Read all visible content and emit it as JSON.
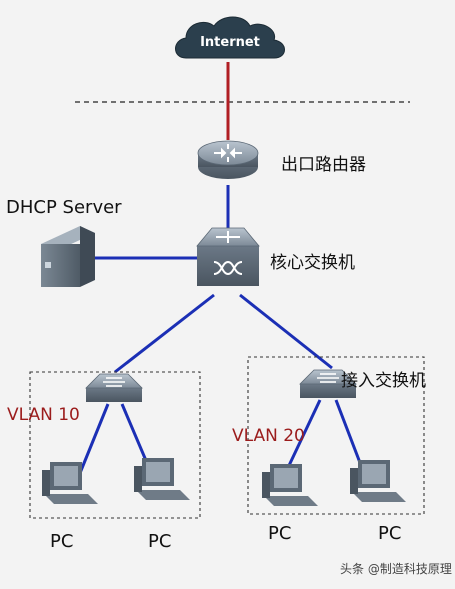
{
  "title": "",
  "nodes": {
    "internet": {
      "label": "Internet"
    },
    "router": {
      "label": "出口路由器"
    },
    "core_switch": {
      "label": "核心交换机"
    },
    "dhcp_server": {
      "label": "DHCP Server"
    },
    "access_switch_right": {
      "label": "接入交换机"
    }
  },
  "vlans": [
    {
      "label": "VLAN 10",
      "pcs": [
        "PC",
        "PC"
      ]
    },
    {
      "label": "VLAN 20",
      "pcs": [
        "PC",
        "PC"
      ]
    }
  ],
  "links": [
    {
      "from": "internet",
      "to": "router",
      "color": "#b01e23"
    },
    {
      "from": "router",
      "to": "core_switch",
      "color": "#1b2fb5"
    },
    {
      "from": "dhcp_server",
      "to": "core_switch",
      "color": "#1b2fb5"
    },
    {
      "from": "core_switch",
      "to": "access_switch_left",
      "color": "#1b2fb5"
    },
    {
      "from": "core_switch",
      "to": "access_switch_right",
      "color": "#1b2fb5"
    },
    {
      "from": "access_switch_left",
      "to": "pc_1",
      "color": "#1b2fb5"
    },
    {
      "from": "access_switch_left",
      "to": "pc_2",
      "color": "#1b2fb5"
    },
    {
      "from": "access_switch_right",
      "to": "pc_3",
      "color": "#1b2fb5"
    },
    {
      "from": "access_switch_right",
      "to": "pc_4",
      "color": "#1b2fb5"
    }
  ],
  "colors": {
    "uplink": "#b01e23",
    "link": "#1b2fb5",
    "vlan_label": "#9b1c1c",
    "cloud": "#2b3f4d",
    "device": "#5d6b78"
  },
  "watermark": "头条 @制造科技原理"
}
